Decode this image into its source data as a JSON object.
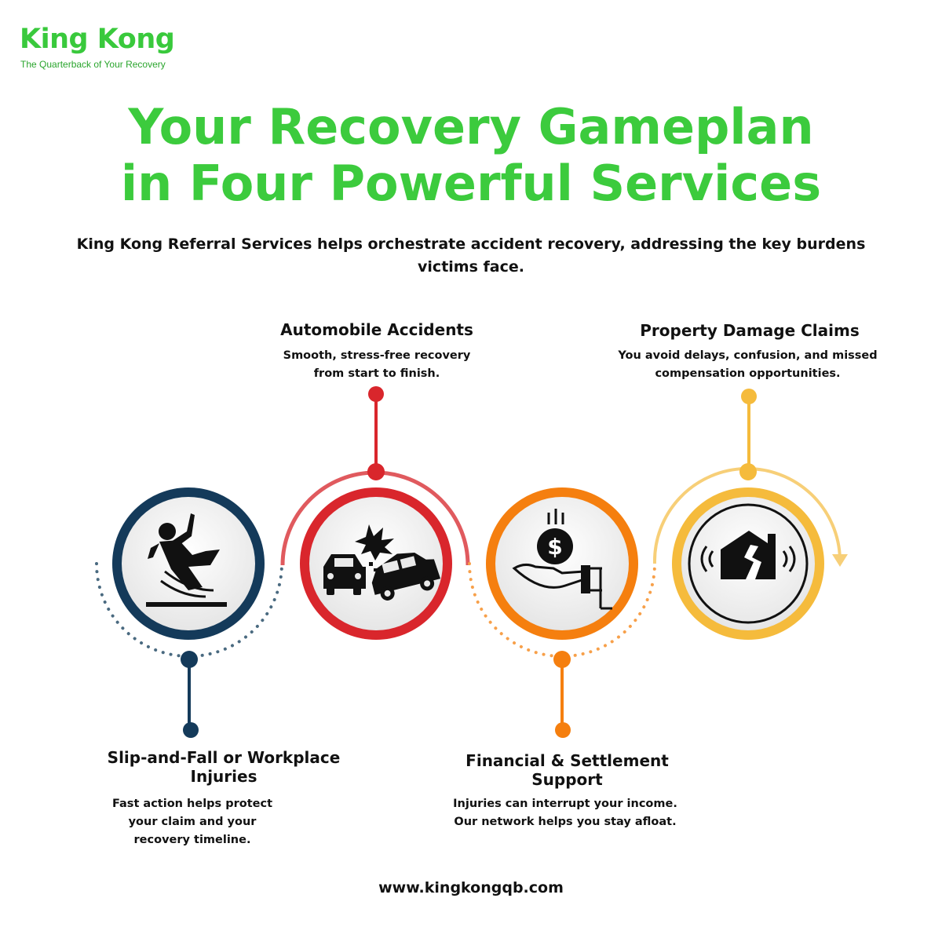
{
  "brand": {
    "name": "King Kong",
    "tagline": "The Quarterback of Your Recovery"
  },
  "headline": {
    "line1": "Your Recovery Gameplan",
    "line2": "in Four Powerful Services"
  },
  "intro": "King Kong Referral Services helps orchestrate accident recovery, addressing the key burdens victims face.",
  "services": [
    {
      "title": "Slip-and-Fall or Workplace Injuries",
      "description": "Fast action helps protect your claim and your recovery timeline.",
      "icon": "slip-fall-icon",
      "color": "#143a5a"
    },
    {
      "title": "Automobile Accidents",
      "description": "Smooth, stress-free recovery from start to finish.",
      "icon": "car-crash-icon",
      "color": "#d9262c"
    },
    {
      "title": "Financial & Settlement Support",
      "description": "Injuries can interrupt your income. Our network helps you stay afloat.",
      "icon": "money-hand-icon",
      "color": "#f57f0f"
    },
    {
      "title": "Property Damage Claims",
      "description": "You avoid delays, confusion, and missed compensation opportunities.",
      "icon": "damaged-house-icon",
      "color": "#f5bb3c"
    }
  ],
  "footer": {
    "url": "www.kingkongqb.com"
  },
  "colors": {
    "brand_green": "#3ccb3d",
    "navy": "#143a5a",
    "red": "#d9262c",
    "orange": "#f57f0f",
    "gold": "#f5bb3c"
  }
}
